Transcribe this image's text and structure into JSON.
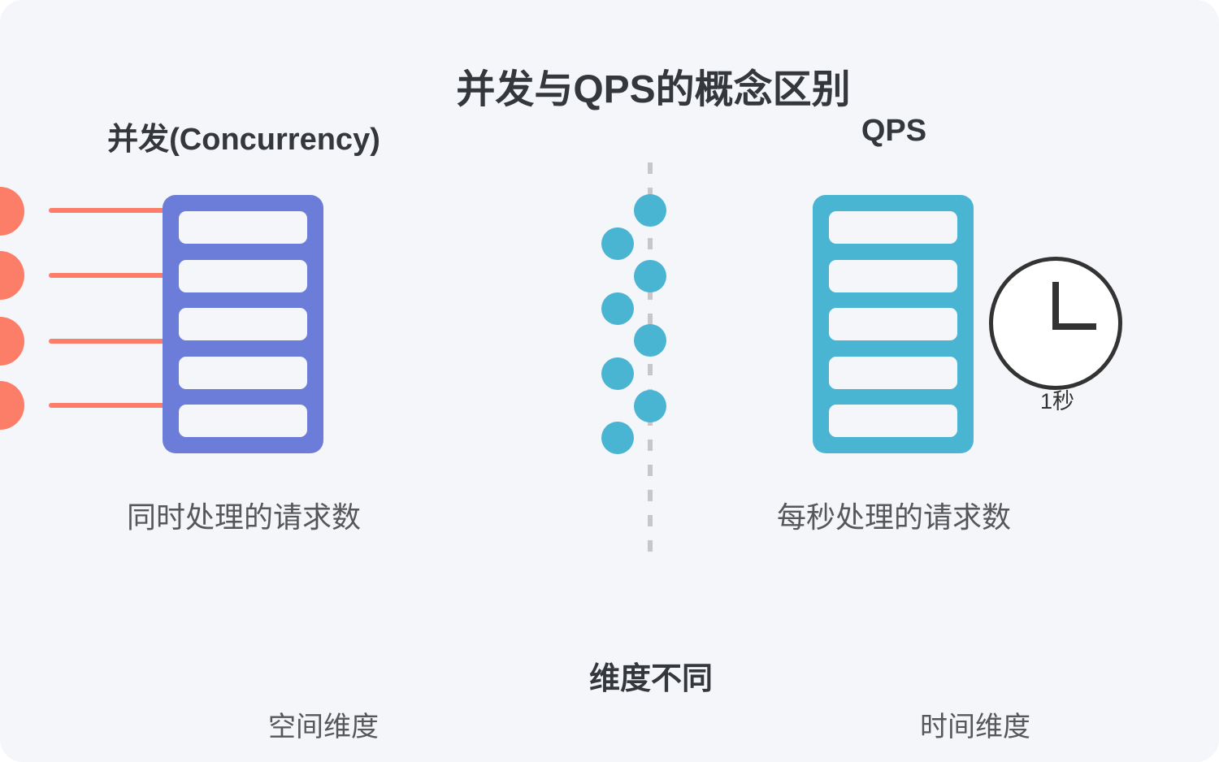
{
  "title": "并发与QPS的概念区别",
  "concurrency": {
    "header": "并发(Concurrency)",
    "caption": "同时处理的请求数",
    "dimension": "空间维度"
  },
  "qps": {
    "header": "QPS",
    "caption": "每秒处理的请求数",
    "dimension": "时间维度",
    "clock_label": "1秒"
  },
  "conclusion": "维度不同",
  "colors": {
    "background": "#F5F6FA",
    "concurrency_accent": "#FC7D68",
    "concurrency_rack": "#6B7DD8",
    "qps_accent": "#49B5D2",
    "dash_line": "#C6C7CB",
    "text_dark": "#34373C",
    "text_gray": "#55575B",
    "clock_stroke": "#333333"
  }
}
